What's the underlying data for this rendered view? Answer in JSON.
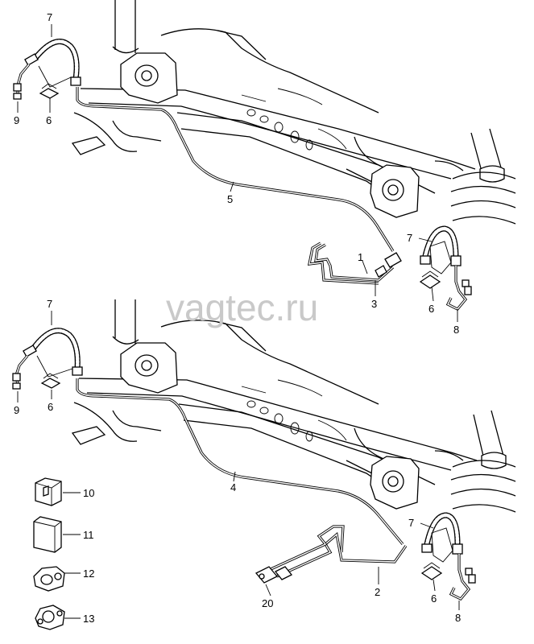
{
  "watermark": "vagtec.ru",
  "callouts": {
    "top": [
      "7",
      "9",
      "6",
      "5",
      "7",
      "1",
      "3",
      "6",
      "8"
    ],
    "bottom": [
      "7",
      "9",
      "6",
      "4",
      "7",
      "20",
      "2",
      "6",
      "8"
    ],
    "legend": [
      "10",
      "11",
      "12",
      "13"
    ]
  }
}
